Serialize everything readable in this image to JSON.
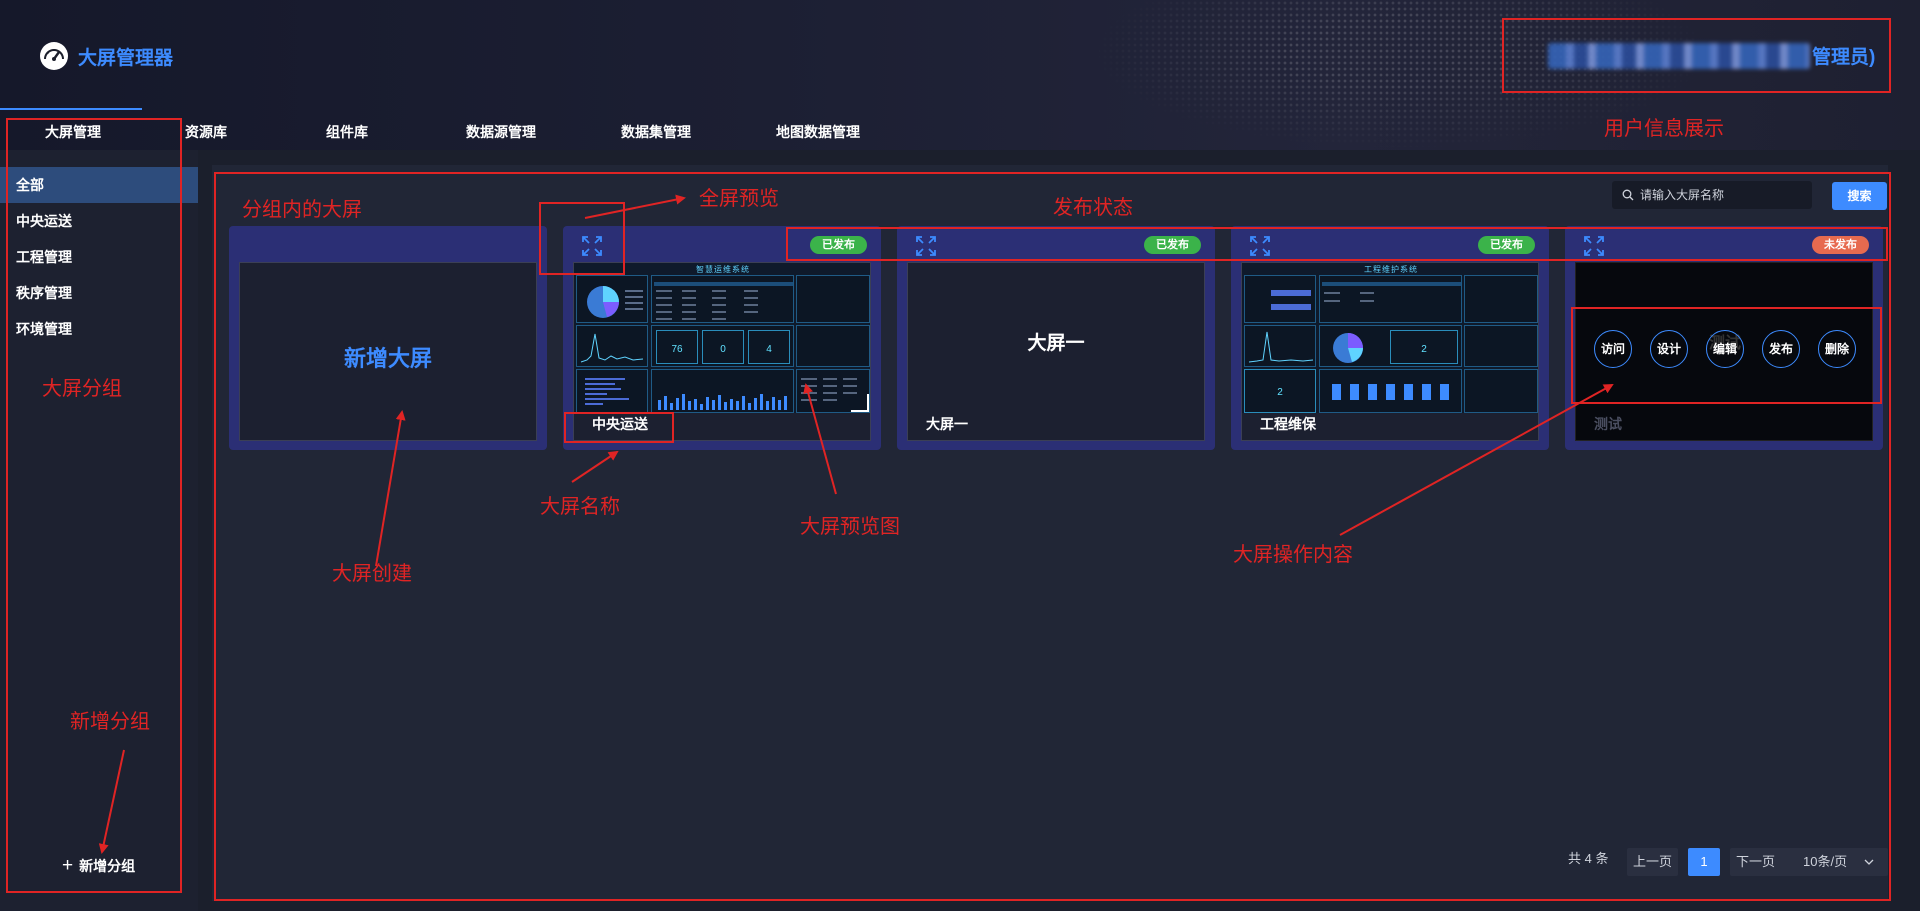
{
  "app": {
    "title": "大屏管理器",
    "user_role": "管理员)"
  },
  "nav": [
    "大屏管理",
    "资源库",
    "组件库",
    "数据源管理",
    "数据集管理",
    "地图数据管理"
  ],
  "sidebar": {
    "groups": [
      "全部",
      "中央运送",
      "工程管理",
      "秩序管理",
      "环境管理"
    ],
    "active": "全部",
    "add_group": "新增分组"
  },
  "search": {
    "placeholder": "请输入大屏名称",
    "button": "搜索"
  },
  "cards": [
    {
      "type": "new",
      "label": "新增大屏"
    },
    {
      "type": "screen",
      "name": "中央运送",
      "status": "已发布",
      "preview_title": "智慧运维系统",
      "preview_numbers": [
        "76",
        "0",
        "4"
      ]
    },
    {
      "type": "screen",
      "name": "大屏一",
      "status": "已发布",
      "preview_title": "大屏一"
    },
    {
      "type": "screen",
      "name": "工程维保",
      "status": "已发布",
      "preview_title": "工程维护系统",
      "preview_numbers": [
        "2",
        "2"
      ]
    },
    {
      "type": "screen",
      "name": "测试",
      "status": "未发布",
      "preview_title": "测试",
      "actions": [
        "访问",
        "设计",
        "编辑",
        "发布",
        "删除"
      ]
    }
  ],
  "pagination": {
    "total": "共 4 条",
    "prev": "上一页",
    "current": "1",
    "next": "下一页",
    "page_size": "10条/页"
  },
  "annotations": {
    "user_info": "用户信息展示",
    "screens_in_group": "分组内的大屏",
    "fullscreen_preview": "全屏预览",
    "publish_status": "发布状态",
    "screen_group": "大屏分组",
    "screen_name": "大屏名称",
    "screen_preview": "大屏预览图",
    "screen_create": "大屏创建",
    "screen_ops": "大屏操作内容",
    "add_group": "新增分组"
  },
  "colors": {
    "accent": "#3d8bff",
    "published": "#3bb34a",
    "unpublished": "#e76a4f",
    "annotation": "#e02424"
  }
}
